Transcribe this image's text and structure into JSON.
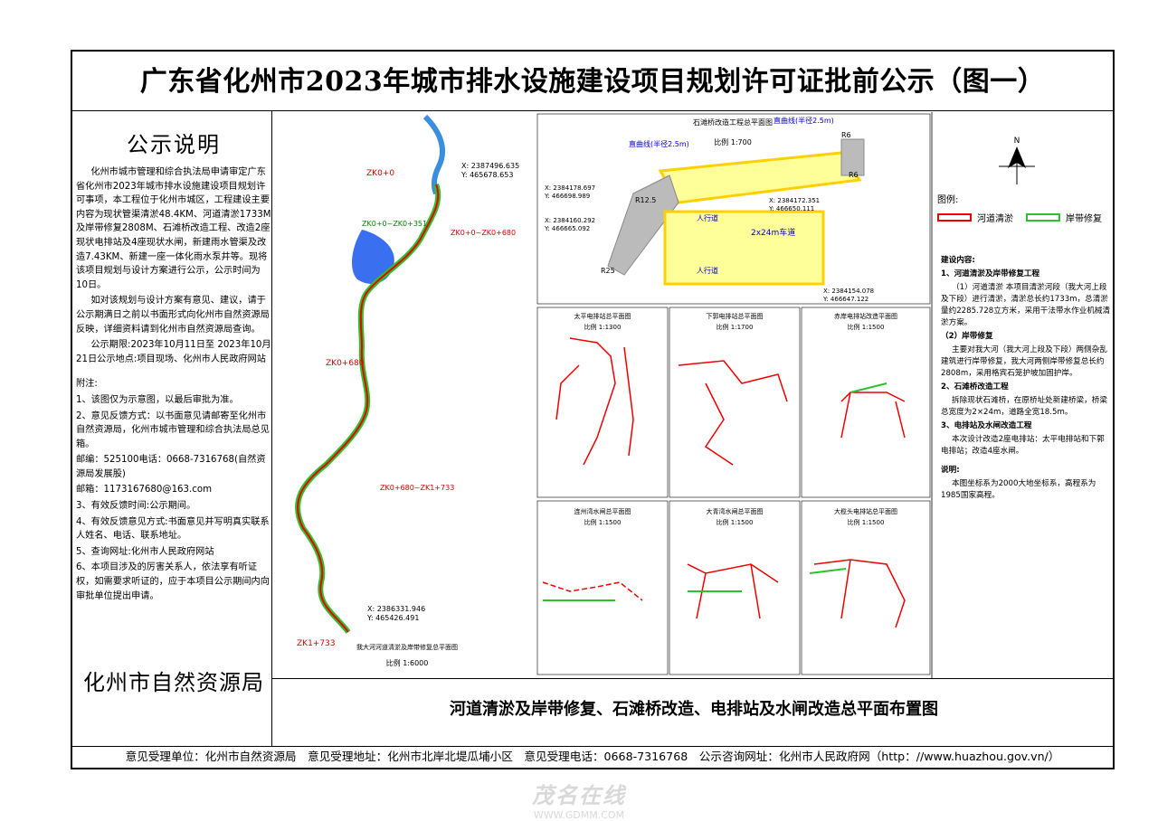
{
  "title": "广东省化州市2023年城市排水设施建设项目规划许可证批前公示（图一）",
  "notice": {
    "heading": "公示说明",
    "paragraphs": [
      "化州市城市管理和综合执法局申请审定广东省化州市2023年城市排水设施建设项目规划许可事项，本工程位于化州市城区，工程建设主要内容为现状管渠清淤48.4KM、河道清淤1733M及岸带修复2808M、石滩桥改造工程、改造2座现状电排站及4座现状水闸，新建雨水管渠及改造7.43KM、新建一座一体化雨水泵井等。现将该项目规划与设计方案进行公示，公示时间为10日。",
      "如对该规划与设计方案有意见、建议，请于公示期满日之前以书面形式向化州市自然资源局反映，详细资料请到化州市自然资源局查询。",
      "公示期限:2023年10月11日至 2023年10月21日公示地点:项目现场、化州市人民政府网站"
    ],
    "appendix_title": "附注:",
    "appendix": [
      "1、该图仅为示意图，以最后审批为准。",
      "2、意见反馈方式：以书面意见请邮寄至化州市自然资源局，化州市城市管理和综合执法局总见箱。",
      "邮编：525100电话：0668-7316768(自然资源局发展股)",
      "邮箱：1173167680@163.com",
      "3、有效反馈时间:公示期间。",
      "4、有效反馈意见方式:书面意见并写明真实联系人姓名、电话、联系地址。",
      "5、查询网址:化州市人民政府网站",
      "6、本项目涉及的厉害关系人，依法享有听证权，如需要求听证的，应于本项目公示期间内向审批单位提出申请。"
    ],
    "bureau": "化州市自然资源局"
  },
  "river_map": {
    "chainage_labels": [
      "ZK0+0",
      "ZK0+0~ZK0+680",
      "ZK0+0~ZK0+351",
      "ZK0+680",
      "ZK0+680~ZK1+733",
      "ZK1+733"
    ],
    "coord_top": [
      "X: 2387496.635",
      "Y: 465678.653"
    ],
    "coord_bottom": [
      "X: 2386331.946",
      "Y: 465426.491"
    ],
    "scale_title": "我大河河道清淤及岸带修复总平面图",
    "scale": "比例 1:6000"
  },
  "bridge_plan": {
    "title": "石滩桥改造工程总平面图",
    "scale": "比例 1:700",
    "labels": [
      "直曲线(半径2.5m)",
      "直曲线(半径2.5m)",
      "人行道",
      "人行道",
      "2x24m车道",
      "R6",
      "R6",
      "R12.5",
      "R25"
    ],
    "coords": [
      "X: 2384178.697",
      "Y: 466698.989",
      "X: 2384160.292",
      "Y: 466665.092",
      "X: 2384172.351",
      "Y: 466650.111",
      "X: 2384154.078",
      "Y: 466647.122"
    ]
  },
  "mini_plans": [
    {
      "title": "太平电排站总平面图",
      "scale": "比例 1:1300"
    },
    {
      "title": "下郭电排站总平面图",
      "scale": "比例 1:1700"
    },
    {
      "title": "赤岸电排站改造平面图",
      "scale": "比例 1:1500"
    },
    {
      "title": "连州湾水闸总平面图",
      "scale": "比例 1:1500"
    },
    {
      "title": "大青湾水闸总平面图",
      "scale": "比例 1:1500"
    },
    {
      "title": "大榄头电排站总平面图",
      "scale": "比例 1:1500"
    }
  ],
  "compass": {
    "label": "N"
  },
  "legend": {
    "title": "图例:",
    "items": [
      {
        "label": "河道清淤",
        "color": "#e00000"
      },
      {
        "label": "岸带修复",
        "color": "#2cc22c"
      }
    ]
  },
  "description": {
    "heading": "建设内容:",
    "sections": [
      {
        "h": "1、河道清淤及岸带修复工程",
        "p": "（1）河道清淤 本项目清淤河段（我大河上段及下段）进行清淤，清淤总长约1733m，总清淤量约2285.728立方米，采用干法带水作业机械清淤方案。"
      },
      {
        "h": "（2）岸带修复",
        "p": "主要对我大河（我大河上段及下段）两侧杂乱建筑进行岸带修复，我大河两侧岸带修复总长约2808m，采用格宾石笼护坡加固护岸。"
      },
      {
        "h": "2、石滩桥改造工程",
        "p": "拆除现状石滩桥，在原桥址处新建桥梁，桥梁总宽度为2×24m，道路全宽18.5m。"
      },
      {
        "h": "3、电排站及水闸改造工程",
        "p": "本次设计改造2座电排站：太平电排站和下郭电排站；改造4座水闸。"
      }
    ],
    "note_title": "说明:",
    "note": "本图坐标系为2000大地坐标系，高程系为1985国家高程。"
  },
  "caption": "河道清淤及岸带修复、石滩桥改造、电排站及水闸改造总平面布置图",
  "footer": "意见受理单位：化州市自然资源局　意见受理地址：化州市北岸北堤瓜埔小区　意见受理电话：0668-7316768　公示咨询网址：化州市人民政府网（http：//www.huazhou.gov.vn/）",
  "watermark": {
    "brand": "茂名在线",
    "url": "WWW.GDMM.COM"
  }
}
